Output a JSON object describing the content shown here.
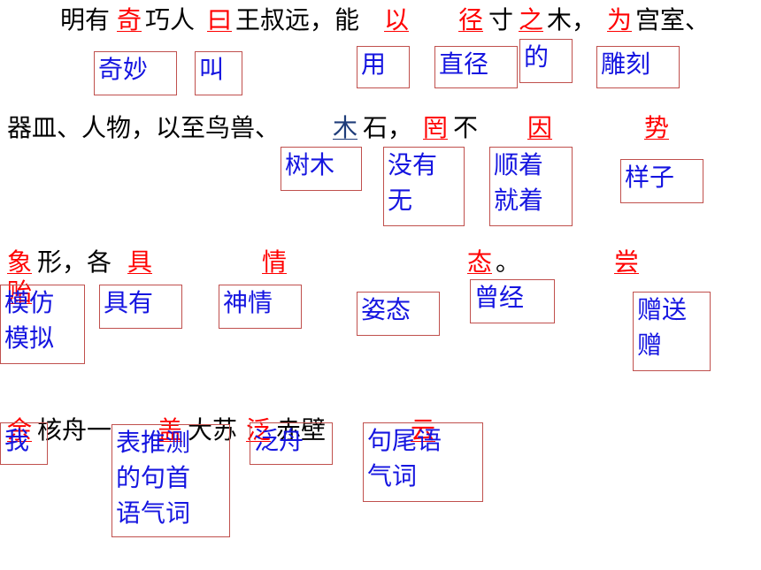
{
  "lines": {
    "l1": {
      "a": "明有",
      "b": "奇",
      "c": "巧人",
      "d": "曰",
      "e": "王叔远，能",
      "f": "以",
      "g": "径",
      "h": "寸",
      "i": "之",
      "j": "木，",
      "k": "为",
      "l": "宫室、"
    },
    "l2": {
      "a": "器皿、人物，以至鸟兽、",
      "b": "木",
      "c": "石，",
      "d": "罔",
      "e": "不",
      "f": "因",
      "g": "势"
    },
    "l3": {
      "a": "象",
      "b": "形，各",
      "c": "具",
      "d": "情",
      "e": "态",
      "f": "。",
      "g": "尝",
      "h": "贻"
    },
    "l4": {
      "a": "余",
      "b": "核舟一",
      "c": "盖",
      "d": "大苏",
      "e": "泛",
      "f": "赤壁",
      "g": "云"
    }
  },
  "glosses": {
    "g1": "奇妙",
    "g2": "叫",
    "g3": "用",
    "g4": "直径",
    "g5": "的",
    "g6": "雕刻",
    "g7": "树木",
    "g8": "没有\n无",
    "g9": "顺着\n就着",
    "g10": "样子",
    "g11": "模仿\n模拟",
    "g12": "具有",
    "g13": "神情",
    "g14": "姿态",
    "g15": "曾经",
    "g16": "赠送\n赠",
    "g17": "我",
    "g18": "表推测\n的句首\n语气词",
    "g19": "泛舟",
    "g20": "句尾语\n气词"
  },
  "colors": {
    "keyword": "#ff0000",
    "gloss_text": "#1515e0",
    "box_border": "#c0504d",
    "underline_alt": "#1f3d7a"
  }
}
